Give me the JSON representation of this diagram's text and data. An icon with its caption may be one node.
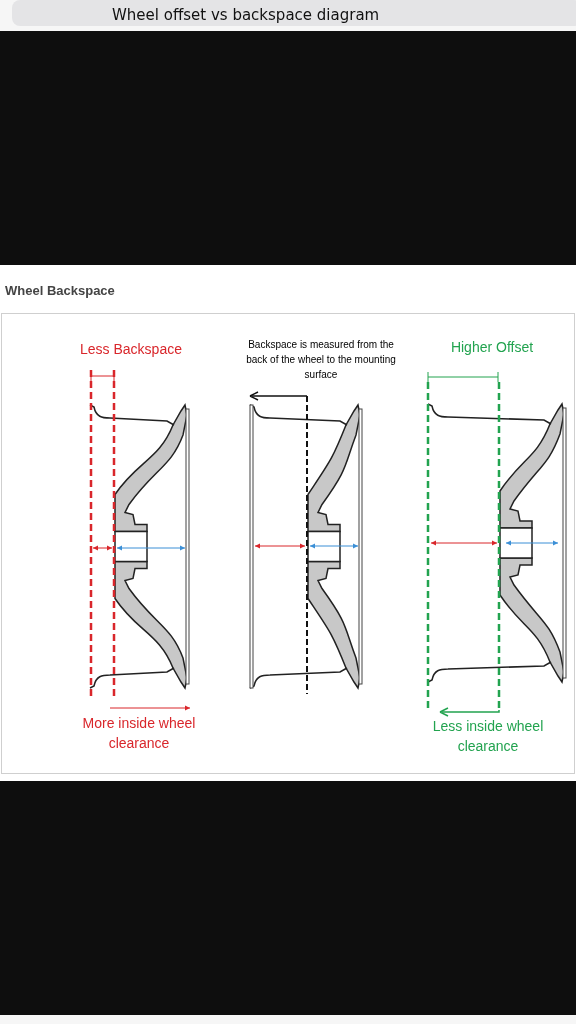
{
  "diagram": {
    "title": "Wheel Backspace",
    "labels": [
      "Wheel offset vs backspace diagram",
      "Less Backspace",
      "Backspace is measured from the back of the wheel to the mounting surface",
      "Higher Offset",
      "More inside wheel clearance",
      "Less inside wheel clearance"
    ]
  }
}
